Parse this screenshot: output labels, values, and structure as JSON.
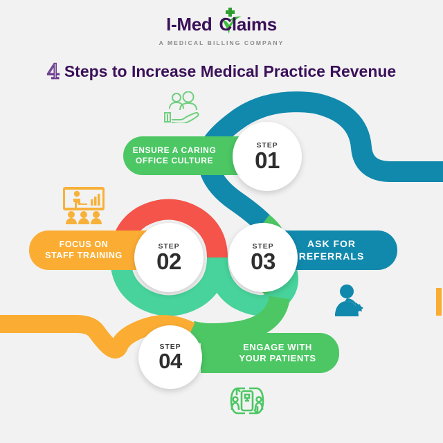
{
  "brand": {
    "name_part1": "I-Med",
    "name_part2": "Claims",
    "tagline": "A MEDICAL BILLING COMPANY",
    "logo_icon": "medical-cross-swoosh-icon",
    "text_color": "#3b1159",
    "swoosh_color": "#3fbe3f",
    "cross_color": "#2d9e2d"
  },
  "headline": {
    "number": "4",
    "text": "Steps to Increase Medical Practice Revenue",
    "color": "#3b1159"
  },
  "background_color": "#f2f2f2",
  "steps": [
    {
      "step_label": "STEP",
      "step_number": "01",
      "title_line1": "ENSURE A CARING",
      "title_line2": "OFFICE CULTURE",
      "pill_color": "#4cc764",
      "ribbon_color": "#1189ad",
      "icon": "hand-holding-people-icon",
      "icon_color": "#6fcf7f"
    },
    {
      "step_label": "STEP",
      "step_number": "02",
      "title_line1": "FOCUS ON",
      "title_line2": "STAFF TRAINING",
      "pill_color": "#fbad33",
      "ribbon_color": "#f4544a",
      "icon": "training-presentation-icon",
      "icon_color": "#f7b13a"
    },
    {
      "step_label": "STEP",
      "step_number": "03",
      "title_line1": "ASK FOR",
      "title_line2": "REFERRALS",
      "pill_color": "#1189ad",
      "ribbon_color": "#47d39b",
      "icon": "person-share-referral-icon",
      "icon_color": "#1189ad"
    },
    {
      "step_label": "STEP",
      "step_number": "04",
      "title_line1": "ENGAGE WITH",
      "title_line2": "YOUR PATIENTS",
      "pill_color": "#4cc764",
      "ribbon_color": "#fbad33",
      "icon": "patient-engagement-phone-icon",
      "icon_color": "#4cc764"
    }
  ],
  "ribbon_palette": {
    "teal": "#1189ad",
    "green": "#4cc764",
    "red": "#f4544a",
    "mint": "#47d39b",
    "orange": "#fbad33"
  }
}
